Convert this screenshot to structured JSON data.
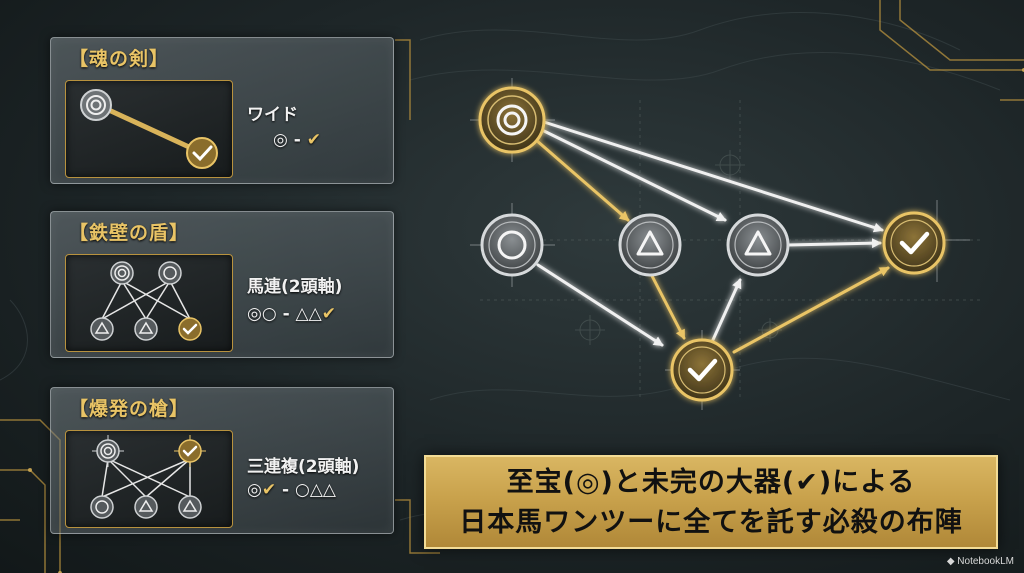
{
  "colors": {
    "gold": "#d9b35a",
    "silver": "#c9ccce",
    "background": "#1d2527"
  },
  "panels": [
    {
      "title": "【魂の剣】",
      "bet_type": "ワイド",
      "combo_prefix": "◎ - ",
      "combo_check": "✔",
      "combo_suffix": ""
    },
    {
      "title": "【鉄壁の盾】",
      "bet_type": "馬連(2頭軸)",
      "combo_prefix": "◎○ - △△",
      "combo_check": "✔",
      "combo_suffix": ""
    },
    {
      "title": "【爆発の槍】",
      "bet_type": "三連複(2頭軸)",
      "combo_prefix": "◎",
      "combo_check": "✔",
      "combo_suffix": " - ○△△"
    }
  ],
  "main_diagram": {
    "nodes": [
      {
        "id": "honmei",
        "symbol": "◎",
        "tone": "gold"
      },
      {
        "id": "taikou",
        "symbol": "○",
        "tone": "silver"
      },
      {
        "id": "renka1",
        "symbol": "△",
        "tone": "silver"
      },
      {
        "id": "renka2",
        "symbol": "△",
        "tone": "silver"
      },
      {
        "id": "mikan-bottom",
        "symbol": "✔",
        "tone": "gold"
      },
      {
        "id": "mikan-right",
        "symbol": "✔",
        "tone": "gold"
      }
    ]
  },
  "caption": {
    "line1": "至宝(◎)と未完の大器(✔)による",
    "line2": "日本馬ワンツーに全てを託す必殺の布陣"
  },
  "brand": "NotebookLM"
}
